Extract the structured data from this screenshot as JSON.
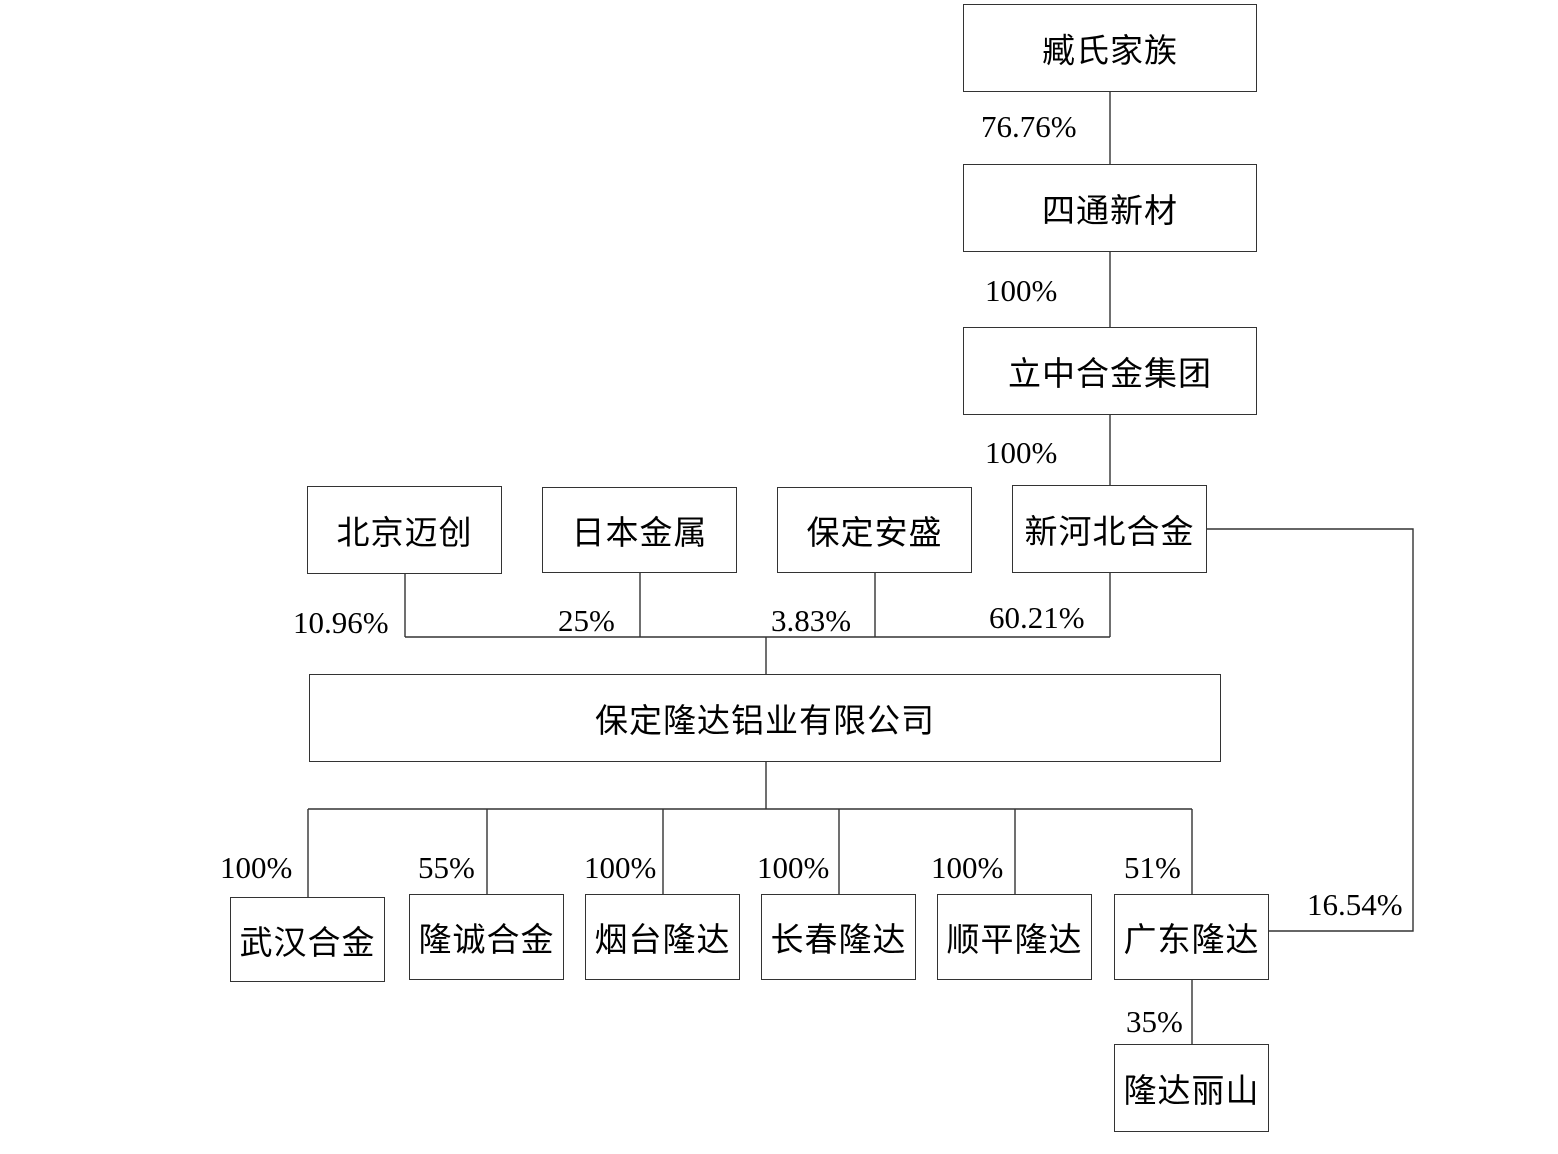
{
  "nodes": {
    "zang_family": "臧氏家族",
    "sitong": "四通新材",
    "lizhong": "立中合金集团",
    "beijing_maichuang": "北京迈创",
    "riben_jinshu": "日本金属",
    "baoding_ansheng": "保定安盛",
    "xin_hebei": "新河北合金",
    "baoding_longda": "保定隆达铝业有限公司",
    "wuhan": "武汉合金",
    "longcheng": "隆诚合金",
    "yantai": "烟台隆达",
    "changchun": "长春隆达",
    "shunping": "顺平隆达",
    "guangdong": "广东隆达",
    "lishan": "隆达丽山"
  },
  "edges": {
    "zang_to_sitong": "76.76%",
    "sitong_to_lizhong": "100%",
    "lizhong_to_xinhebei": "100%",
    "beijing_to_baoding": "10.96%",
    "riben_to_baoding": "25%",
    "ansheng_to_baoding": "3.83%",
    "xinhebei_to_baoding": "60.21%",
    "baoding_to_wuhan": "100%",
    "baoding_to_longcheng": "55%",
    "baoding_to_yantai": "100%",
    "baoding_to_changchun": "100%",
    "baoding_to_shunping": "100%",
    "baoding_to_guangdong": "51%",
    "xinhebei_to_guangdong": "16.54%",
    "guangdong_to_lishan": "35%"
  }
}
